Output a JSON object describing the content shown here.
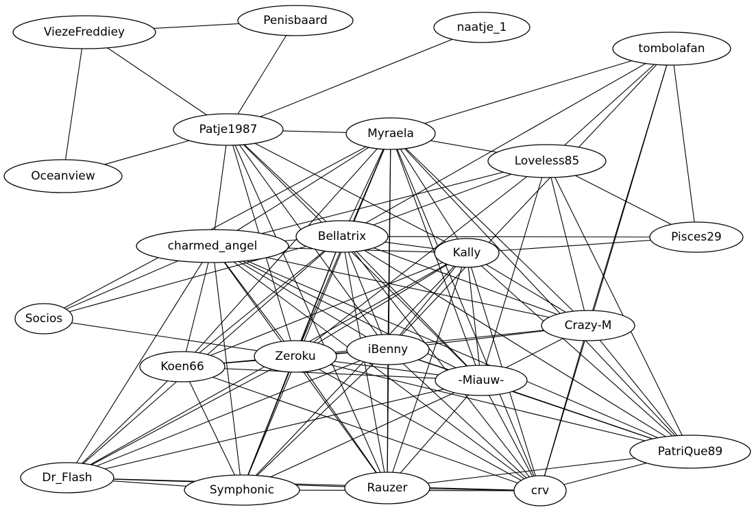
{
  "nodes": [
    {
      "id": "ViezeFreddiey",
      "label": "ViezeFreddiey"
    },
    {
      "id": "Penisbaard",
      "label": "Penisbaard"
    },
    {
      "id": "naatje_1",
      "label": "naatje_1"
    },
    {
      "id": "tombolafan",
      "label": "tombolafan"
    },
    {
      "id": "Patje1987",
      "label": "Patje1987"
    },
    {
      "id": "Myraela",
      "label": "Myraela"
    },
    {
      "id": "Loveless85",
      "label": "Loveless85"
    },
    {
      "id": "Oceanview",
      "label": "Oceanview"
    },
    {
      "id": "Pisces29",
      "label": "Pisces29"
    },
    {
      "id": "charmed_angel",
      "label": "charmed_angel"
    },
    {
      "id": "Bellatrix",
      "label": "Bellatrix"
    },
    {
      "id": "Kally",
      "label": "Kally"
    },
    {
      "id": "Socios",
      "label": "Socios"
    },
    {
      "id": "Crazy-M",
      "label": "Crazy-M"
    },
    {
      "id": "Koen66",
      "label": "Koen66"
    },
    {
      "id": "Zeroku",
      "label": "Zeroku"
    },
    {
      "id": "iBenny",
      "label": "iBenny"
    },
    {
      "id": "-Miauw-",
      "label": "-Miauw-"
    },
    {
      "id": "PatriQue89",
      "label": "PatriQue89"
    },
    {
      "id": "Dr_Flash",
      "label": "Dr_Flash"
    },
    {
      "id": "Symphonic",
      "label": "Symphonic"
    },
    {
      "id": "Rauzer",
      "label": "Rauzer"
    },
    {
      "id": "crv",
      "label": "crv"
    }
  ],
  "edges": [
    [
      "ViezeFreddiey",
      "Penisbaard"
    ],
    [
      "ViezeFreddiey",
      "Patje1987"
    ],
    [
      "ViezeFreddiey",
      "Oceanview"
    ],
    [
      "Penisbaard",
      "Patje1987"
    ],
    [
      "naatje_1",
      "Patje1987"
    ],
    [
      "Patje1987",
      "Oceanview"
    ],
    [
      "Patje1987",
      "Myraela"
    ],
    [
      "Patje1987",
      "charmed_angel"
    ],
    [
      "Patje1987",
      "Bellatrix"
    ],
    [
      "Patje1987",
      "Kally"
    ],
    [
      "Patje1987",
      "Zeroku"
    ],
    [
      "Patje1987",
      "iBenny"
    ],
    [
      "Patje1987",
      "-Miauw-"
    ],
    [
      "Patje1987",
      "Rauzer"
    ],
    [
      "tombolafan",
      "Myraela"
    ],
    [
      "tombolafan",
      "Loveless85"
    ],
    [
      "tombolafan",
      "Pisces29"
    ],
    [
      "tombolafan",
      "Bellatrix"
    ],
    [
      "tombolafan",
      "Crazy-M"
    ],
    [
      "tombolafan",
      "iBenny"
    ],
    [
      "tombolafan",
      "crv"
    ],
    [
      "Myraela",
      "Loveless85"
    ],
    [
      "Myraela",
      "charmed_angel"
    ],
    [
      "Myraela",
      "Socios"
    ],
    [
      "Myraela",
      "Bellatrix"
    ],
    [
      "Myraela",
      "Kally"
    ],
    [
      "Myraela",
      "Koen66"
    ],
    [
      "Myraela",
      "Zeroku"
    ],
    [
      "Myraela",
      "iBenny"
    ],
    [
      "Myraela",
      "-Miauw-"
    ],
    [
      "Myraela",
      "Crazy-M"
    ],
    [
      "Myraela",
      "PatriQue89"
    ],
    [
      "Myraela",
      "Symphonic"
    ],
    [
      "Myraela",
      "Rauzer"
    ],
    [
      "Myraela",
      "crv"
    ],
    [
      "Loveless85",
      "Pisces29"
    ],
    [
      "Loveless85",
      "charmed_angel"
    ],
    [
      "Loveless85",
      "Bellatrix"
    ],
    [
      "Loveless85",
      "Zeroku"
    ],
    [
      "Loveless85",
      "-Miauw-"
    ],
    [
      "Loveless85",
      "Crazy-M"
    ],
    [
      "Loveless85",
      "PatriQue89"
    ],
    [
      "Pisces29",
      "Bellatrix"
    ],
    [
      "Pisces29",
      "Kally"
    ],
    [
      "charmed_angel",
      "Socios"
    ],
    [
      "charmed_angel",
      "Bellatrix"
    ],
    [
      "charmed_angel",
      "Kally"
    ],
    [
      "charmed_angel",
      "Koen66"
    ],
    [
      "charmed_angel",
      "Zeroku"
    ],
    [
      "charmed_angel",
      "iBenny"
    ],
    [
      "charmed_angel",
      "-Miauw-"
    ],
    [
      "charmed_angel",
      "Crazy-M"
    ],
    [
      "charmed_angel",
      "PatriQue89"
    ],
    [
      "charmed_angel",
      "Dr_Flash"
    ],
    [
      "charmed_angel",
      "Symphonic"
    ],
    [
      "charmed_angel",
      "Rauzer"
    ],
    [
      "charmed_angel",
      "crv"
    ],
    [
      "Bellatrix",
      "Socios"
    ],
    [
      "Bellatrix",
      "Kally"
    ],
    [
      "Bellatrix",
      "Koen66"
    ],
    [
      "Bellatrix",
      "Zeroku"
    ],
    [
      "Bellatrix",
      "iBenny"
    ],
    [
      "Bellatrix",
      "-Miauw-"
    ],
    [
      "Bellatrix",
      "Crazy-M"
    ],
    [
      "Bellatrix",
      "PatriQue89"
    ],
    [
      "Bellatrix",
      "Dr_Flash"
    ],
    [
      "Bellatrix",
      "Symphonic"
    ],
    [
      "Bellatrix",
      "Rauzer"
    ],
    [
      "Bellatrix",
      "crv"
    ],
    [
      "Kally",
      "Koen66"
    ],
    [
      "Kally",
      "Zeroku"
    ],
    [
      "Kally",
      "iBenny"
    ],
    [
      "Kally",
      "-Miauw-"
    ],
    [
      "Kally",
      "Crazy-M"
    ],
    [
      "Kally",
      "PatriQue89"
    ],
    [
      "Kally",
      "Dr_Flash"
    ],
    [
      "Kally",
      "Symphonic"
    ],
    [
      "Kally",
      "Rauzer"
    ],
    [
      "Kally",
      "crv"
    ],
    [
      "Socios",
      "Zeroku"
    ],
    [
      "Crazy-M",
      "Zeroku"
    ],
    [
      "Crazy-M",
      "iBenny"
    ],
    [
      "Crazy-M",
      "-Miauw-"
    ],
    [
      "Crazy-M",
      "PatriQue89"
    ],
    [
      "Crazy-M",
      "crv"
    ],
    [
      "Koen66",
      "Zeroku"
    ],
    [
      "Koen66",
      "iBenny"
    ],
    [
      "Koen66",
      "-Miauw-"
    ],
    [
      "Koen66",
      "Dr_Flash"
    ],
    [
      "Koen66",
      "Symphonic"
    ],
    [
      "Koen66",
      "crv"
    ],
    [
      "Zeroku",
      "iBenny"
    ],
    [
      "Zeroku",
      "-Miauw-"
    ],
    [
      "Zeroku",
      "PatriQue89"
    ],
    [
      "Zeroku",
      "Dr_Flash"
    ],
    [
      "Zeroku",
      "Symphonic"
    ],
    [
      "Zeroku",
      "Rauzer"
    ],
    [
      "Zeroku",
      "crv"
    ],
    [
      "iBenny",
      "-Miauw-"
    ],
    [
      "iBenny",
      "PatriQue89"
    ],
    [
      "iBenny",
      "Dr_Flash"
    ],
    [
      "iBenny",
      "Symphonic"
    ],
    [
      "iBenny",
      "Rauzer"
    ],
    [
      "iBenny",
      "crv"
    ],
    [
      "-Miauw-",
      "PatriQue89"
    ],
    [
      "-Miauw-",
      "Dr_Flash"
    ],
    [
      "-Miauw-",
      "Symphonic"
    ],
    [
      "-Miauw-",
      "Rauzer"
    ],
    [
      "-Miauw-",
      "crv"
    ],
    [
      "PatriQue89",
      "Rauzer"
    ],
    [
      "PatriQue89",
      "crv"
    ],
    [
      "Dr_Flash",
      "Symphonic"
    ],
    [
      "Dr_Flash",
      "Rauzer"
    ],
    [
      "Dr_Flash",
      "crv"
    ],
    [
      "Symphonic",
      "crv"
    ],
    [
      "Rauzer",
      "crv"
    ]
  ]
}
